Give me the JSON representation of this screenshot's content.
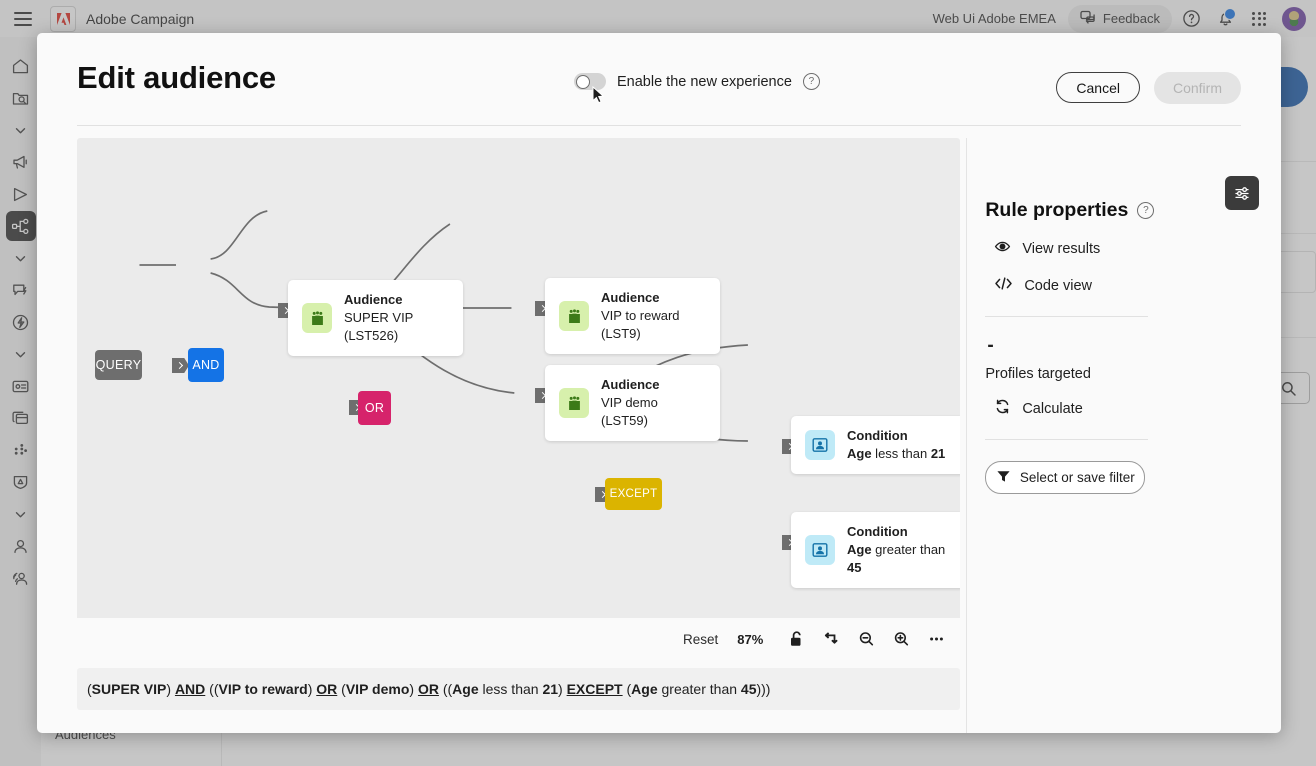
{
  "topbar": {
    "menu_icon": "hamburger-icon",
    "brand": "Adobe Campaign",
    "org": "Web Ui Adobe EMEA",
    "feedback": "Feedback",
    "help_icon": "help-icon",
    "bell_icon": "notifications-icon",
    "apps_icon": "app-grid-icon",
    "avatar_icon": "user-avatar"
  },
  "rail": {
    "items": [
      {
        "name": "home-icon"
      },
      {
        "name": "explore-folder-icon"
      },
      {
        "name": "chevron-down-icon"
      },
      {
        "name": "megaphone-icon"
      },
      {
        "name": "paper-plane-icon"
      },
      {
        "name": "workflow-icon",
        "active": true
      },
      {
        "name": "chevron-down-icon"
      },
      {
        "name": "chat-lightning-icon"
      },
      {
        "name": "lightning-circle-icon"
      },
      {
        "name": "chevron-down-icon"
      },
      {
        "name": "id-card-icon"
      },
      {
        "name": "cards-stack-icon"
      },
      {
        "name": "dots-grid-icon"
      },
      {
        "name": "shield-badge-icon"
      },
      {
        "name": "chevron-down-icon"
      },
      {
        "name": "person-icon"
      },
      {
        "name": "audiences-icon"
      }
    ]
  },
  "background": {
    "audiences_label": "Audiences"
  },
  "dialog": {
    "title": "Edit audience",
    "toggle": {
      "label": "Enable the new experience",
      "enabled": false,
      "help_icon": "help-icon"
    },
    "cancel_label": "Cancel",
    "confirm_label": "Confirm",
    "confirm_disabled": true
  },
  "canvas": {
    "settings_fab_icon": "sliders-settings-icon",
    "nodes": [
      {
        "id": "query",
        "type": "chip",
        "label": "QUERY",
        "color": "#6e6e6e"
      },
      {
        "id": "and",
        "type": "chip",
        "label": "AND",
        "color": "#1473e6"
      },
      {
        "id": "or",
        "type": "chip",
        "label": "OR",
        "color": "#d6236b"
      },
      {
        "id": "except",
        "type": "chip",
        "label": "EXCEPT",
        "color": "#dbb400"
      },
      {
        "id": "aud1",
        "type": "card",
        "icon": "audience-icon",
        "title": "Audience",
        "value": "SUPER VIP (LST526)"
      },
      {
        "id": "aud2",
        "type": "card",
        "icon": "audience-icon",
        "title": "Audience",
        "value": "VIP to reward (LST9)"
      },
      {
        "id": "aud3",
        "type": "card",
        "icon": "audience-icon",
        "title": "Audience",
        "value": "VIP demo (LST59)"
      },
      {
        "id": "cond1",
        "type": "card",
        "icon": "condition-icon",
        "title": "Condition",
        "field": "Age",
        "op": " less than ",
        "num": "21"
      },
      {
        "id": "cond2",
        "type": "card",
        "icon": "condition-icon",
        "title": "Condition",
        "field": "Age",
        "op": " greater than ",
        "num": "45"
      }
    ]
  },
  "toolbar": {
    "reset_label": "Reset",
    "zoom_level": "87%",
    "lock_icon": "unlock-icon",
    "reorder_icon": "swap-arrows-icon",
    "zoom_out_icon": "zoom-out-icon",
    "zoom_in_icon": "zoom-in-icon",
    "more_icon": "more-options-icon"
  },
  "expression": {
    "parts": [
      {
        "t": "(",
        "s": "n"
      },
      {
        "t": "SUPER VIP",
        "s": "b"
      },
      {
        "t": ") ",
        "s": "n"
      },
      {
        "t": "AND",
        "s": "u"
      },
      {
        "t": " ((",
        "s": "n"
      },
      {
        "t": "VIP to reward",
        "s": "b"
      },
      {
        "t": ") ",
        "s": "n"
      },
      {
        "t": "OR",
        "s": "u"
      },
      {
        "t": " (",
        "s": "n"
      },
      {
        "t": "VIP demo",
        "s": "b"
      },
      {
        "t": ") ",
        "s": "n"
      },
      {
        "t": "OR",
        "s": "u"
      },
      {
        "t": " ((",
        "s": "n"
      },
      {
        "t": "Age",
        "s": "b"
      },
      {
        "t": " less than ",
        "s": "n"
      },
      {
        "t": "21",
        "s": "b"
      },
      {
        "t": ") ",
        "s": "n"
      },
      {
        "t": "EXCEPT",
        "s": "u"
      },
      {
        "t": " (",
        "s": "n"
      },
      {
        "t": "Age",
        "s": "b"
      },
      {
        "t": " greater than ",
        "s": "n"
      },
      {
        "t": "45",
        "s": "b"
      },
      {
        "t": ")))",
        "s": "n"
      }
    ]
  },
  "properties": {
    "title": "Rule properties",
    "help_icon": "help-icon",
    "view_results": "View results",
    "code_view": "Code view",
    "count_value": "-",
    "count_label": "Profiles targeted",
    "calculate": "Calculate",
    "filter_button": "Select or save filter"
  }
}
